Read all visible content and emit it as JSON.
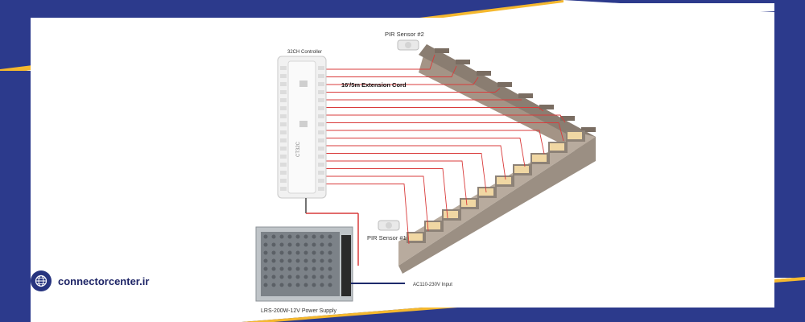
{
  "brand": {
    "name": "connectorcenter.ir",
    "icon": "globe-icon"
  },
  "colors": {
    "frame": "#2c3a8c",
    "accent": "#f5b82e",
    "wire": "#d93b3b",
    "stone": "#9b8f83"
  },
  "labels": {
    "controller": "32CH Controller",
    "extension": "16'/5m Extension Cord",
    "pir2": "PIR Sensor #2",
    "pir1": "PIR Sensor #1",
    "ac_input": "AC110-230V Input",
    "psu": "LRS-200W-12V Power Supply"
  }
}
